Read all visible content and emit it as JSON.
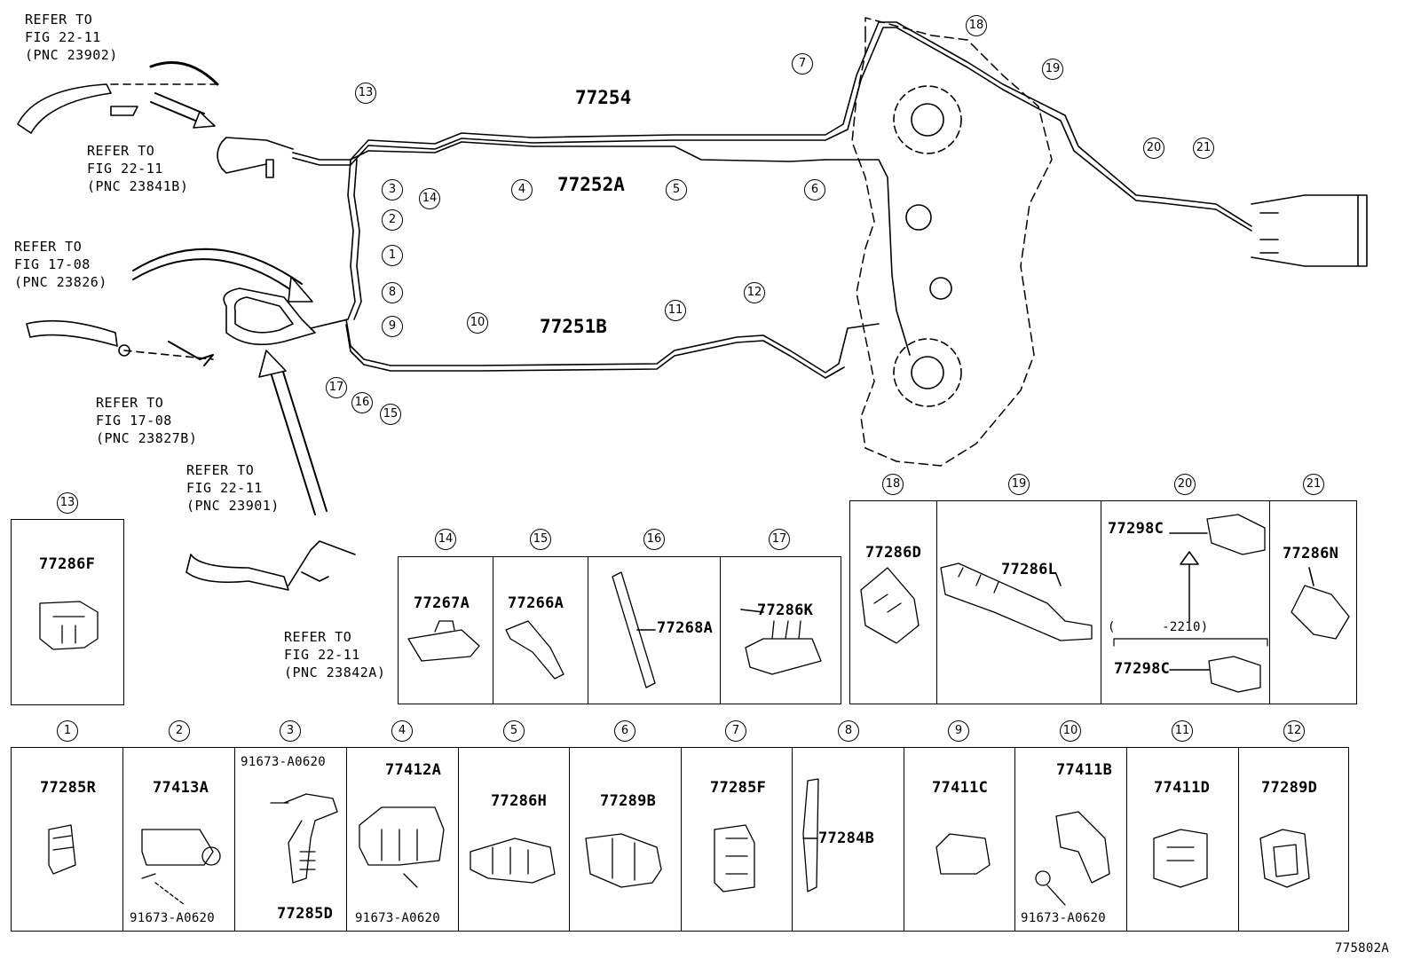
{
  "diagram": {
    "drawing_id": "775802A",
    "main_parts": {
      "p77254": "77254",
      "p77252A": "77252A",
      "p77251B": "77251B"
    },
    "refer_notes": {
      "r1": "REFER TO\nFIG 22-11\n(PNC 23902)",
      "r2": "REFER TO\nFIG 22-11\n(PNC 23841B)",
      "r3": "REFER TO\nFIG 17-08\n(PNC 23826)",
      "r4": "REFER TO\nFIG 17-08\n(PNC 23827B)",
      "r5": "REFER TO\nFIG 22-11\n(PNC 23901)",
      "r6": "REFER TO\nFIG 22-11\n(PNC 23842A)"
    },
    "callouts": [
      "1",
      "2",
      "3",
      "4",
      "5",
      "6",
      "7",
      "8",
      "9",
      "10",
      "11",
      "12",
      "13",
      "14",
      "15",
      "16",
      "17",
      "18",
      "19",
      "20",
      "21"
    ],
    "boxes_upper": [
      {
        "num": "13",
        "part": "77286F"
      },
      {
        "num": "14",
        "part": "77267A"
      },
      {
        "num": "15",
        "part": "77266A"
      },
      {
        "num": "16",
        "part": "77268A"
      },
      {
        "num": "17",
        "part": "77286K"
      },
      {
        "num": "18",
        "part": "77286D"
      },
      {
        "num": "19",
        "part": "77286L"
      },
      {
        "num": "20",
        "part": "77298C",
        "part2": "77298C",
        "note": "(      -2210)"
      },
      {
        "num": "21",
        "part": "77286N"
      }
    ],
    "boxes_lower": [
      {
        "num": "1",
        "part": "77285R"
      },
      {
        "num": "2",
        "part": "77413A",
        "bolt": "91673-A0620"
      },
      {
        "num": "3",
        "part": "77285D",
        "bolt": "91673-A0620"
      },
      {
        "num": "4",
        "part": "77412A",
        "bolt": "91673-A0620"
      },
      {
        "num": "5",
        "part": "77286H"
      },
      {
        "num": "6",
        "part": "77289B"
      },
      {
        "num": "7",
        "part": "77285F"
      },
      {
        "num": "8",
        "part": "77284B"
      },
      {
        "num": "9",
        "part": "77411C"
      },
      {
        "num": "10",
        "part": "77411B",
        "bolt": "91673-A0620"
      },
      {
        "num": "11",
        "part": "77411D"
      },
      {
        "num": "12",
        "part": "77289D"
      }
    ]
  }
}
